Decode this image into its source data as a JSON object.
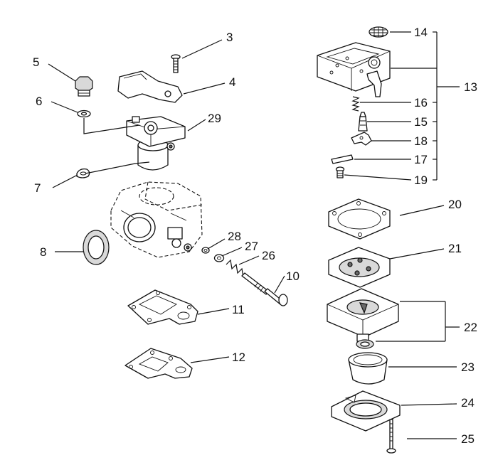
{
  "callouts": {
    "c3": "3",
    "c4": "4",
    "c5": "5",
    "c6": "6",
    "c7": "7",
    "c8": "8",
    "c10": "10",
    "c11": "11",
    "c12": "12",
    "c13": "13",
    "c14": "14",
    "c15": "15",
    "c16": "16",
    "c17": "17",
    "c18": "18",
    "c19": "19",
    "c20": "20",
    "c21": "21",
    "c22": "22",
    "c23": "23",
    "c24": "24",
    "c25": "25",
    "c26": "26",
    "c27": "27",
    "c28": "28",
    "c29": "29"
  }
}
